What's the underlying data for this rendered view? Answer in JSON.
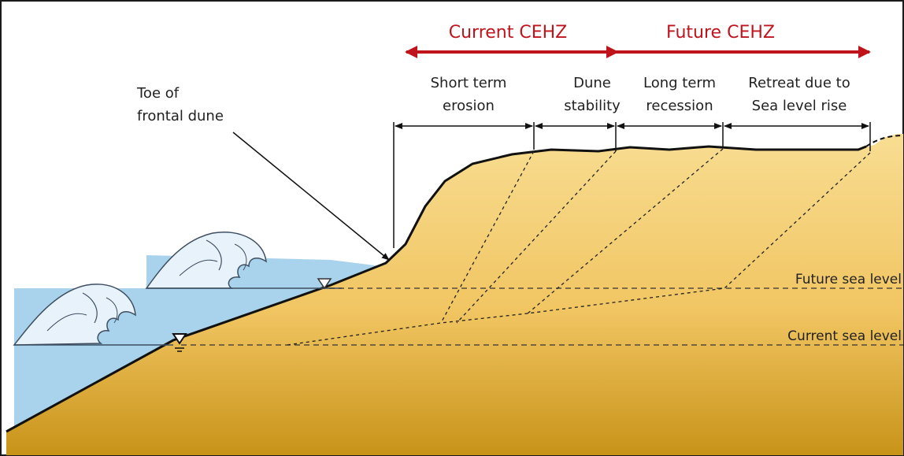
{
  "zones": {
    "current": "Current CEHZ",
    "future": "Future CEHZ",
    "arrow_color": "#c0141c"
  },
  "annotation": {
    "line1": "Toe of",
    "line2": "frontal dune"
  },
  "segments": [
    {
      "key": "short_term",
      "line1": "Short term",
      "line2": "erosion"
    },
    {
      "key": "dune_stability",
      "line1": "Dune",
      "line2": "stability"
    },
    {
      "key": "long_term",
      "line1": "Long term",
      "line2": "recession"
    },
    {
      "key": "retreat",
      "line1": "Retreat due to",
      "line2": "Sea level rise"
    }
  ],
  "levels": {
    "future": "Future sea level",
    "current": "Current sea level"
  },
  "colors": {
    "sand_top": "#f6d27e",
    "sand_bottom": "#c99a1c",
    "water": "#a9d3ec",
    "water_dark": "#8dc2e3",
    "wave_line": "#4a5a6a",
    "frame": "#1a1a1a"
  }
}
